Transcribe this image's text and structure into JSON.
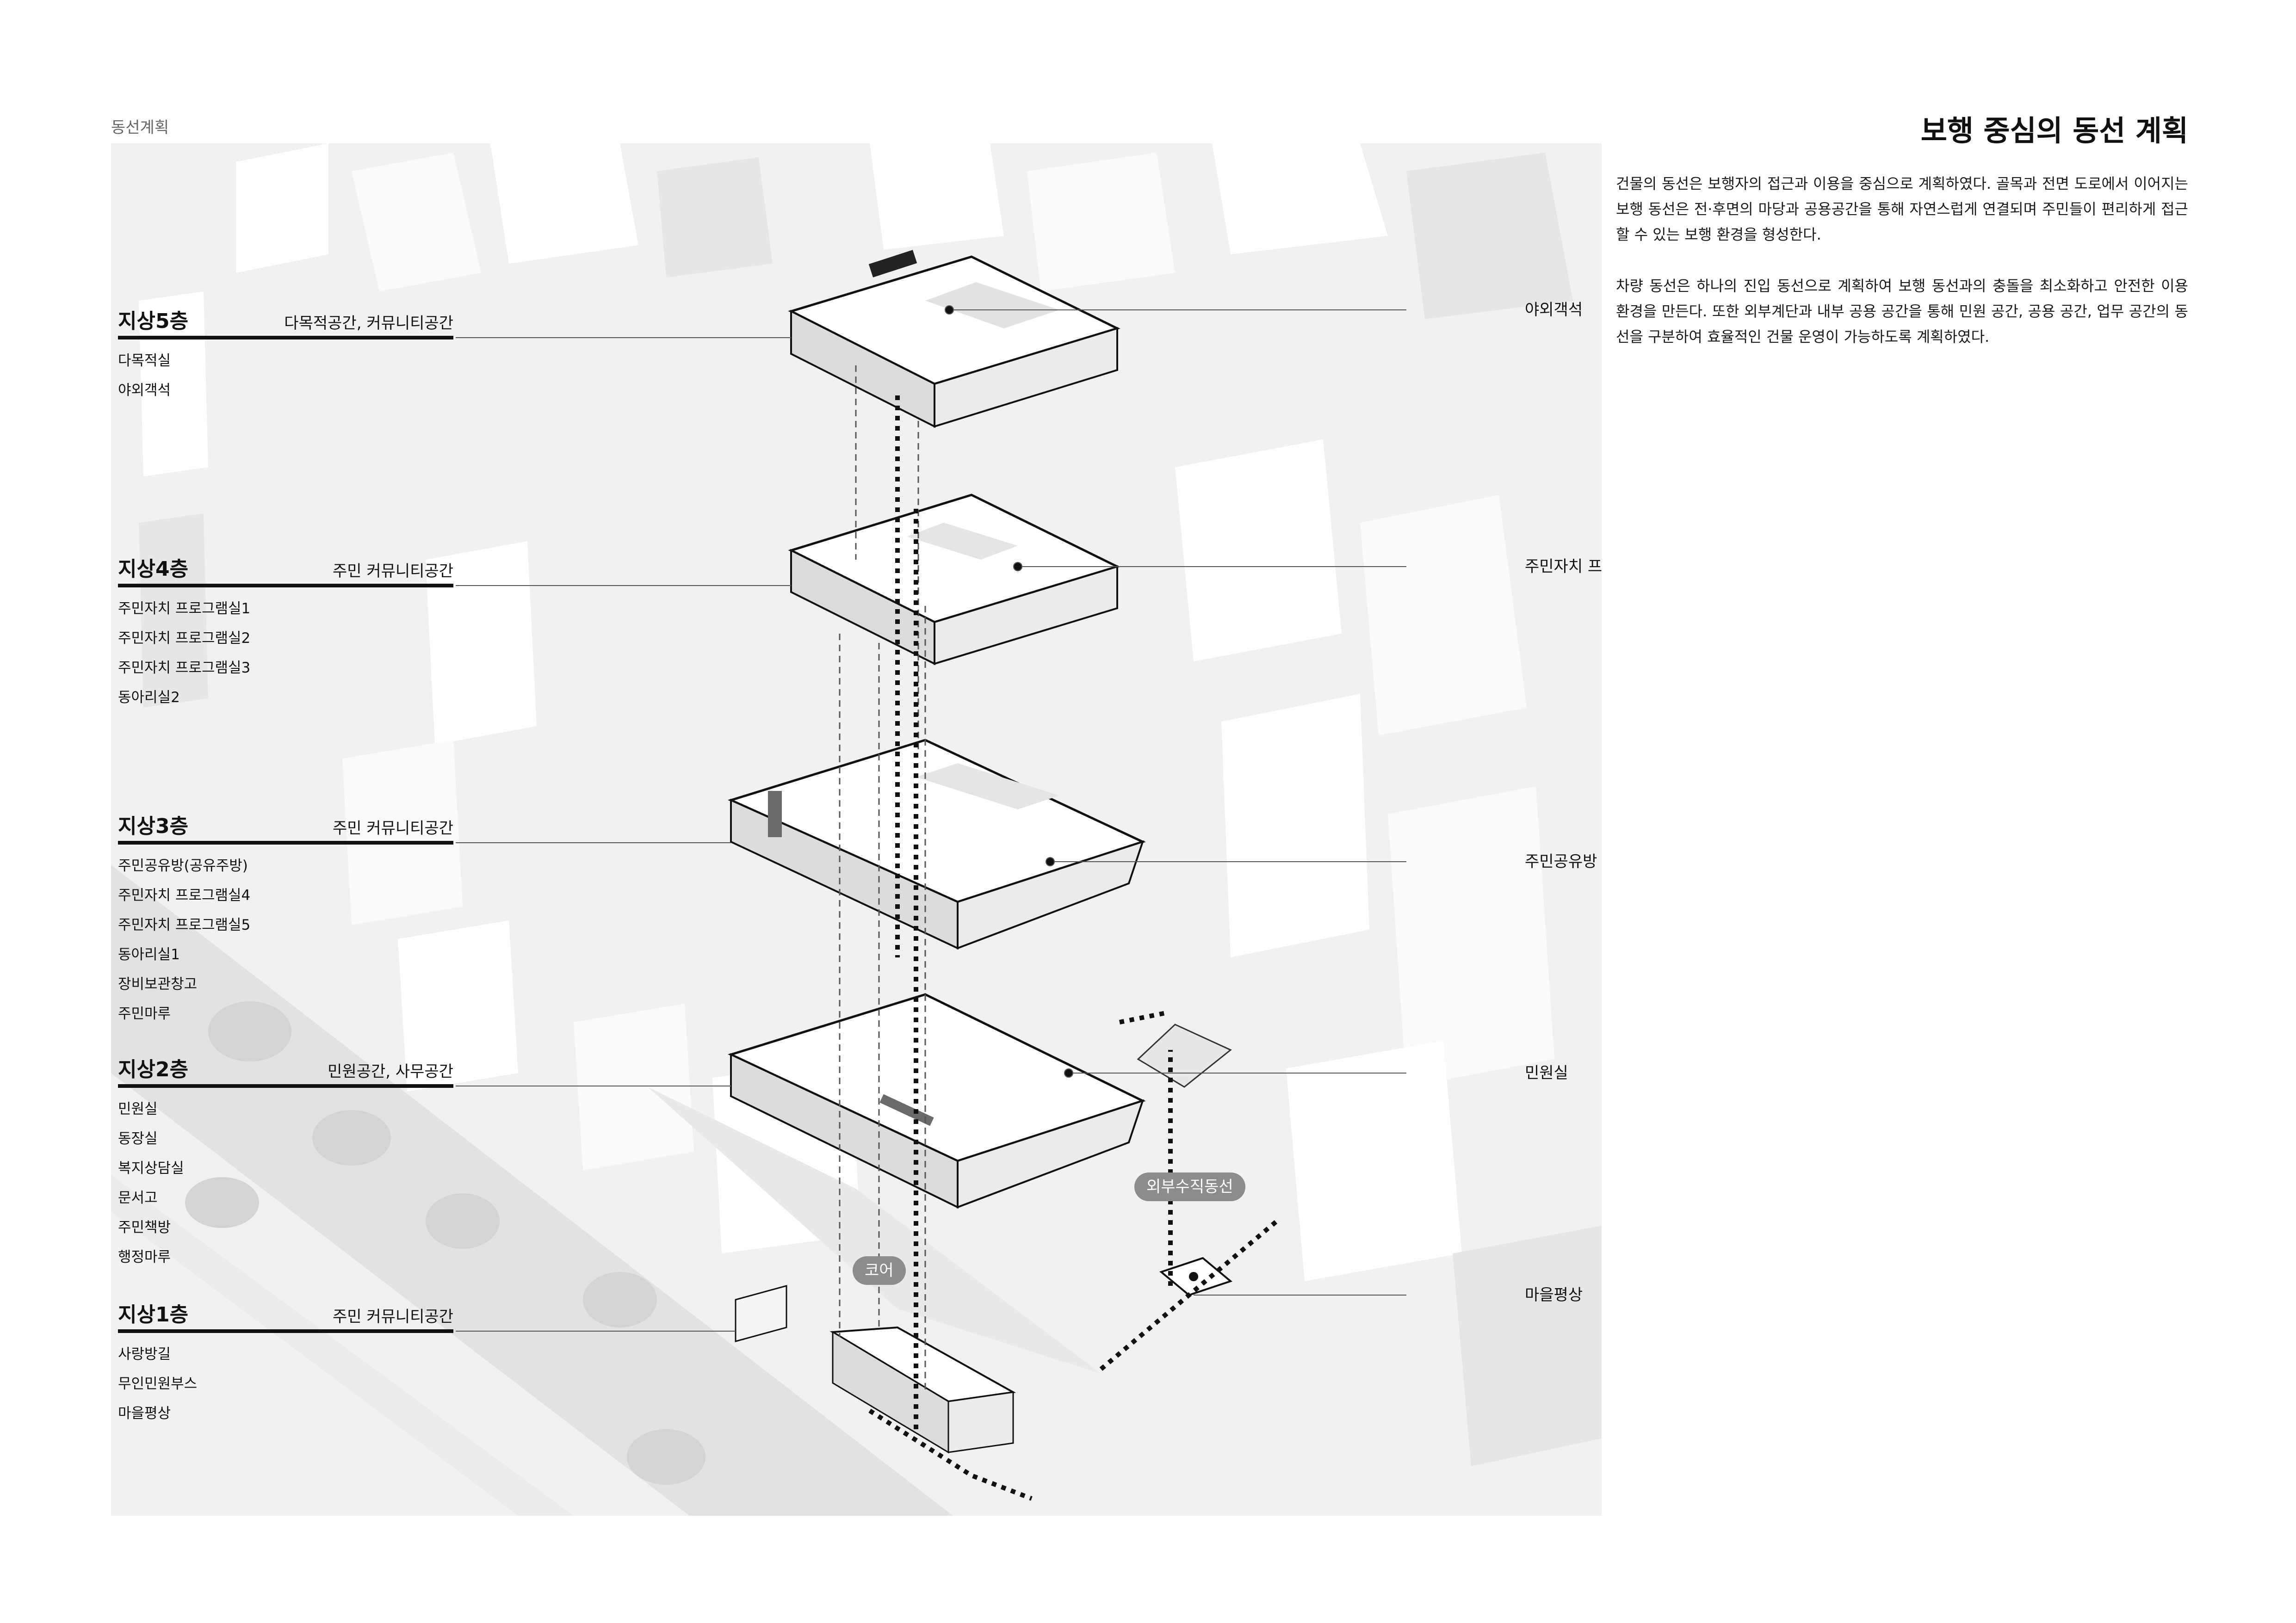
{
  "header": {
    "section_label": "동선계획",
    "title": "보행 중심의 동선 계획"
  },
  "intro": {
    "paragraph_1": "건물의 동선은 보행자의 접근과 이용을 중심으로 계획하였다. 골목과 전면 도로에서 이어지는 보행 동선은 전·후면의 마당과 공용공간을 통해 자연스럽게 연결되며 주민들이 편리하게 접근할 수 있는 보행 환경을 형성한다.",
    "paragraph_2": "차량 동선은 하나의 진입 동선으로 계획하여 보행 동선과의 충돌을 최소화하고 안전한 이용 환경을 만든다. 또한 외부계단과 내부 공용 공간을 통해 민원 공간, 공용 공간, 업무 공간의 동선을 구분하여 효율적인 건물 운영이 가능하도록 계획하였다."
  },
  "floors": [
    {
      "name": "지상5층",
      "subtitle": "다목적공간, 커뮤니티공간",
      "rooms": [
        "다목적실",
        "야외객석"
      ]
    },
    {
      "name": "지상4층",
      "subtitle": "주민 커뮤니티공간",
      "rooms": [
        "주민자치 프로그램실1",
        "주민자치 프로그램실2",
        "주민자치 프로그램실3",
        "동아리실2"
      ]
    },
    {
      "name": "지상3층",
      "subtitle": "주민 커뮤니티공간",
      "rooms": [
        "주민공유방(공유주방)",
        "주민자치 프로그램실4",
        "주민자치 프로그램실5",
        "동아리실1",
        "장비보관창고",
        "주민마루"
      ]
    },
    {
      "name": "지상2층",
      "subtitle": "민원공간, 사무공간",
      "rooms": [
        "민원실",
        "동장실",
        "복지상담실",
        "문서고",
        "주민책방",
        "행정마루"
      ]
    },
    {
      "name": "지상1층",
      "subtitle": "주민 커뮤니티공간",
      "rooms": [
        "사랑방길",
        "무인민원부스",
        "마을평상"
      ]
    }
  ],
  "callouts": {
    "floor5": "야외객석",
    "floor4": "주민자치 프로그램실",
    "floor3": "주민공유방",
    "floor2": "민원실",
    "ground": "마을평상"
  },
  "tags": {
    "external_vertical": "외부수직동선",
    "core": "코어"
  },
  "colors": {
    "background_map": "#f1f1f1",
    "building_light": "#ffffff",
    "building_shade": "#dcdcdc",
    "slab_edge": "#111111",
    "tag_fill": "#8c8c8c"
  }
}
